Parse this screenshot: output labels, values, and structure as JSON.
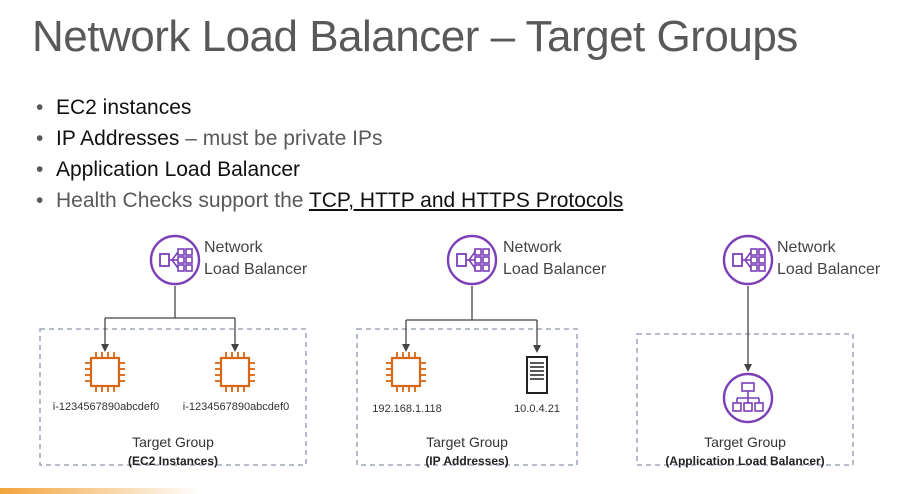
{
  "title": "Network Load Balancer – Target Groups",
  "bullets": [
    {
      "strong": "EC2 instances",
      "rest": ""
    },
    {
      "strong": "IP Addresses",
      "rest": " – must be private IPs"
    },
    {
      "strong": "Application Load Balancer",
      "rest": ""
    },
    {
      "plain": "Health Checks support the ",
      "link": "TCP, HTTP and HTTPS Protocols"
    }
  ],
  "nlb_label": {
    "line1": "Network",
    "line2": "Load Balancer"
  },
  "groups": [
    {
      "label": "Target Group",
      "sub": "(EC2 Instances)",
      "items": [
        "i-1234567890abcdef0",
        "i-1234567890abcdef0"
      ]
    },
    {
      "label": "Target Group",
      "sub": "(IP Addresses)",
      "items": [
        "192.168.1.118",
        "10.0.4.21"
      ]
    },
    {
      "label": "Target Group",
      "sub": "(Application Load Balancer)",
      "items": []
    }
  ],
  "colors": {
    "nlb": "#7b3fb8",
    "ec2": "#d86613",
    "group_border": "#8a96ad",
    "connector": "#444444"
  },
  "icons": [
    "network-load-balancer-icon",
    "ec2-instance-icon",
    "server-icon",
    "application-load-balancer-icon"
  ]
}
